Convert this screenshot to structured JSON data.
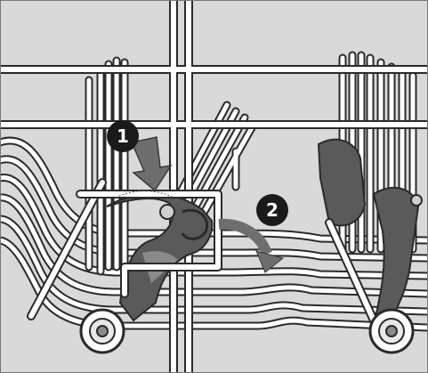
{
  "callouts": [
    {
      "id": "step-1",
      "label": "1"
    },
    {
      "id": "step-2",
      "label": "2"
    }
  ],
  "colors": {
    "background": "#d9d9d9",
    "wire_fill": "#ffffff",
    "wire_outline": "#2a2a2a",
    "part_dark": "#5a5a5a",
    "part_mid": "#8a8a8a",
    "arrow_gray": "#6e6e6e",
    "callout_circle": "#1a1a1a",
    "callout_text": "#ffffff"
  }
}
